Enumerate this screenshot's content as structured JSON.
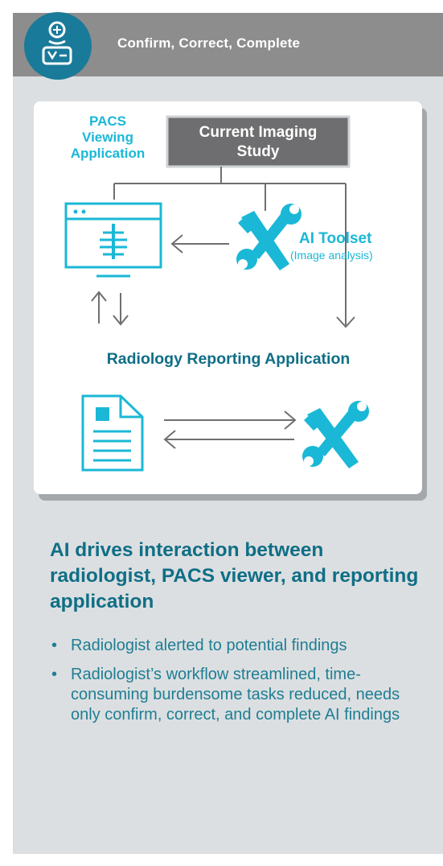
{
  "header": {
    "title": "Confirm, Correct, Complete",
    "icon": "radiologist-icon"
  },
  "diagram": {
    "pacs_label": [
      "PACS",
      "Viewing",
      "Application"
    ],
    "current_study_label": [
      "Current Imaging",
      "Study"
    ],
    "ai_toolset_title": "AI Toolset",
    "ai_toolset_sub": "(Image analysis)",
    "reporting_label": "Radiology Reporting Application",
    "icons": [
      "xray-monitor-icon",
      "wrench-screwdriver-icon",
      "document-icon",
      "wrench-screwdriver-icon"
    ]
  },
  "headline": "AI drives interaction between radiologist, PACS viewer, and reporting application",
  "bullets": [
    "Radiologist alerted to potential findings",
    "Radiologist’s workflow streamlined, time-consuming burdensome tasks reduced, needs only confirm, correct, and complete AI findings"
  ],
  "colors": {
    "teal": "#1ab8d6",
    "dark_teal": "#0f6e86",
    "gray_band": "#8d8d8d",
    "panel": "#dcdfe1",
    "study_box": "#6e6e70"
  }
}
